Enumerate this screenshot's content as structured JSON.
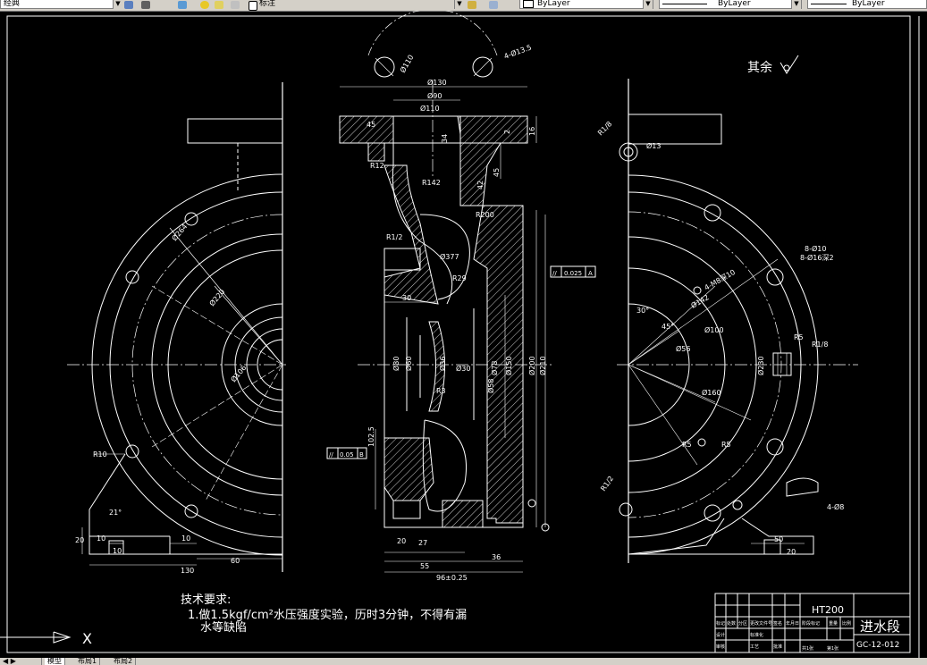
{
  "toolbar": {
    "style_label": "经典",
    "layer_label": "标注",
    "color_value": "ByLayer",
    "linetype_value": "ByLayer",
    "lineweight_value": "ByLayer"
  },
  "drawing": {
    "roughness_note": "其余",
    "material": "HT200",
    "part_name": "进水段",
    "drawing_number": "GC-12-012",
    "tech_title": "技术要求:",
    "tech_line1": "1.做1.5kgf/cm²水压强度实验，历时3分钟，不得有漏",
    "tech_line2": "水等缺陷",
    "tb_small": [
      "标记",
      "处数",
      "分区",
      "更改文件号",
      "签名",
      "年月日",
      "设计",
      "标准化",
      "阶段标记",
      "重量",
      "比例",
      "审核",
      "工艺",
      "批准",
      "共1张",
      "第1张"
    ],
    "dims_left": [
      "20",
      "10",
      "10",
      "10",
      "130",
      "60",
      "R10",
      "21°",
      "Ø264",
      "Ø220",
      "Ø106"
    ],
    "dims_center": [
      "Ø130",
      "Ø90",
      "Ø110",
      "34",
      "2",
      "16",
      "45",
      "R142",
      "R200",
      "Ø377",
      "R29",
      "30",
      "Ø80",
      "Ø60",
      "Ø36",
      "Ø30",
      "Ø78",
      "Ø150",
      "Ø200",
      "Ø210",
      "Ø58",
      "R3",
      "102.5",
      "20",
      "27",
      "55",
      "36",
      "96±0.25",
      "Ø110",
      "R12",
      "4-Ø13.5",
      "R1/2",
      "45",
      "42"
    ],
    "dims_right": [
      "R1/8",
      "Ø13",
      "8-Ø10",
      "8-Ø16深2",
      "4-M8深10",
      "Ø142",
      "30°",
      "45°",
      "Ø100",
      "Ø56",
      "Ø160",
      "Ø230",
      "R5",
      "R5",
      "R1/8",
      "50",
      "20",
      "4-Ø8",
      "R1/2",
      "R5"
    ],
    "tolerance_1": {
      "sym": "//",
      "value": "0.025",
      "datum": "A"
    },
    "tolerance_2": {
      "sym": "//",
      "value": "0.05",
      "datum": "B"
    },
    "ucs_x": "X"
  },
  "tabs": {
    "model": "模型",
    "layout1": "布局1",
    "layout2": "布局2"
  },
  "colors": {
    "background": "#000000",
    "line": "#ffffff",
    "dim": "#ffffff",
    "center": "#ffffff"
  }
}
